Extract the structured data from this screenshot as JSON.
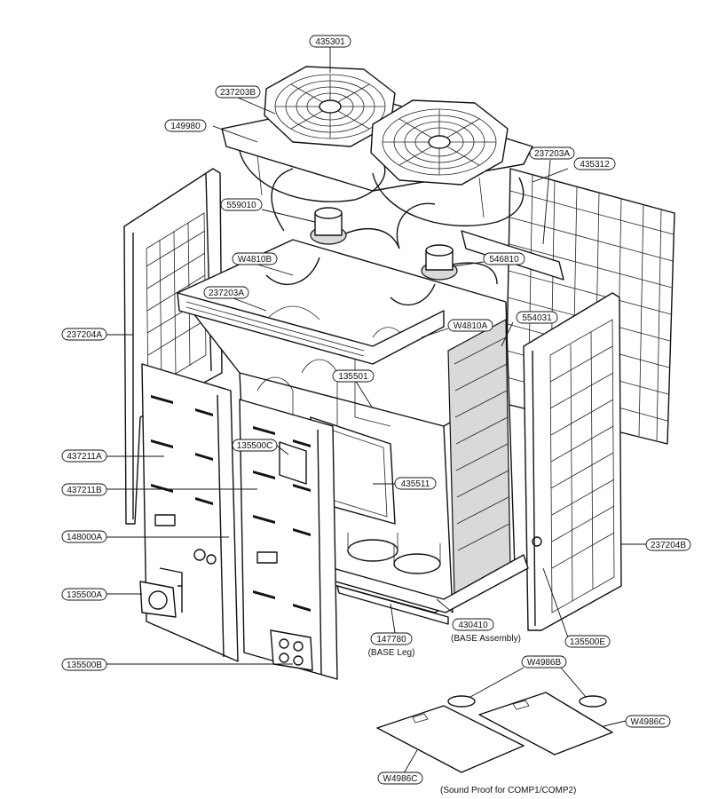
{
  "callouts": {
    "p435301": "435301",
    "p237203B": "237203B",
    "p149980": "149980",
    "p237203A_top": "237203A",
    "p435312": "435312",
    "p559010": "559010",
    "pW4810B": "W4810B",
    "p546810": "546810",
    "p237203A_mid": "237203A",
    "p554031": "554031",
    "p237204A": "237204A",
    "pW4810A": "W4810A",
    "p135501": "135501",
    "p437211A": "437211A",
    "p135500C": "135500C",
    "p437211B": "437211B",
    "p435511": "435511",
    "p148000A": "148000A",
    "p237204B": "237204B",
    "p135500A": "135500A",
    "p430410": "430410",
    "p147780": "147780",
    "p135500E": "135500E",
    "p135500B": "135500B",
    "pW4986B": "W4986B",
    "pW4986C_right": "W4986C",
    "pW4986C_left": "W4986C"
  },
  "notes": {
    "base_assembly": "(BASE Assembly)",
    "base_leg": "(BASE Leg)",
    "sound_proof": "(Sound Proof for COMP1/COMP2)"
  }
}
